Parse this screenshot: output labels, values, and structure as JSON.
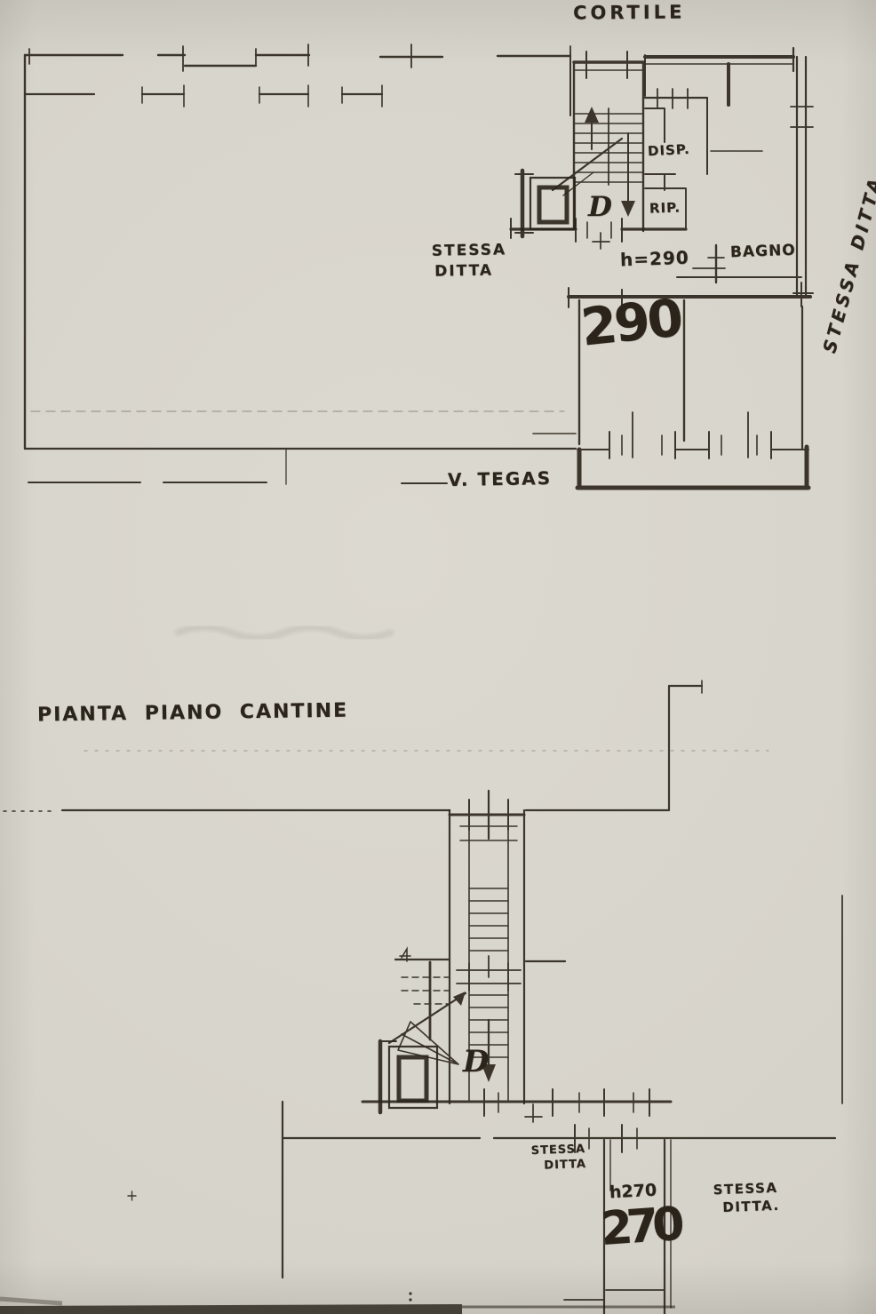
{
  "upper_plan": {
    "cortile_label": "CORTILE",
    "disp_label": "DISP.",
    "rip_label": "RIP.",
    "stair_letter": "D",
    "stessa_ditta_left": {
      "line1": "STESSA",
      "line2": "DITTA"
    },
    "height_note": "h=290",
    "bagno_label": "BAGNO",
    "height_handwritten": "290",
    "street_label": "V. TEGAS",
    "stessa_ditta_right": "STESSA DITTA"
  },
  "lower_plan": {
    "title": "PIANTA PIANO CANTINE",
    "stair_letter": "D",
    "stessa_ditta_small": {
      "line1": "STESSA",
      "line2": "DITTA"
    },
    "height_note": "h270",
    "height_handwritten": "270",
    "stessa_ditta_right": {
      "line1": "STESSA",
      "line2": "DITTA."
    }
  },
  "colors": {
    "paper": "#d6d3ca",
    "ink": "#2b241b"
  }
}
